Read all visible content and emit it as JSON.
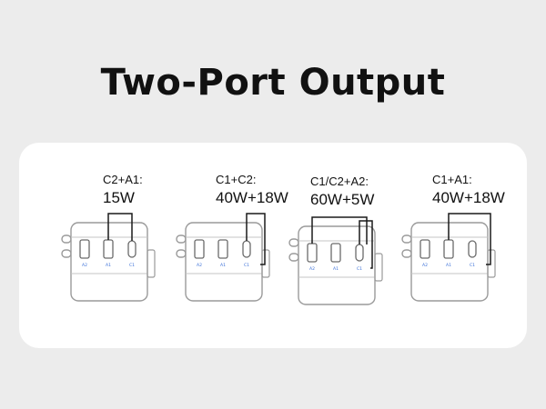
{
  "title": "Two-Port Output",
  "devices": [
    {
      "combo": "C2+A1:",
      "watts": "15W",
      "port_labels": [
        "A2",
        "A1",
        "C1"
      ],
      "active_ports": [
        "A1",
        "C2"
      ]
    },
    {
      "combo": "C1+C2:",
      "watts": "40W+18W",
      "port_labels": [
        "A2",
        "A1",
        "C1"
      ],
      "active_ports": [
        "C1",
        "C2"
      ]
    },
    {
      "combo": "C1/C2+A2:",
      "watts": "60W+5W",
      "port_labels": [
        "A2",
        "A1",
        "C1"
      ],
      "active_ports": [
        "A2",
        "C1"
      ]
    },
    {
      "combo": "C1+A1:",
      "watts": "40W+18W",
      "port_labels": [
        "A2",
        "A1",
        "C1"
      ],
      "active_ports": [
        "A1",
        "C1"
      ]
    }
  ],
  "colors": {
    "background": "#ececec",
    "card": "#ffffff",
    "line": "#1a1a1a",
    "outline": "#9a9a9a",
    "port_accent": "#3a6fd8"
  }
}
